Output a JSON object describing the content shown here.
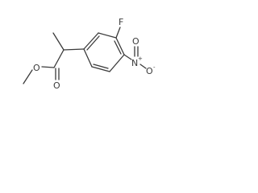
{
  "molecule": {
    "atoms": {
      "fluorine": "F",
      "nitro_nitrogen": "N",
      "nitro_oxygen_top": "O",
      "nitro_oxygen_right": "O",
      "carbonyl_oxygen": "O",
      "ester_oxygen": "O"
    },
    "charges": {
      "nitro_nitrogen": "+",
      "nitro_oxygen_right": "-"
    },
    "colors": {
      "bond": "#3a3a3a",
      "label": "#3a3a3a",
      "background": "#ffffff"
    }
  }
}
